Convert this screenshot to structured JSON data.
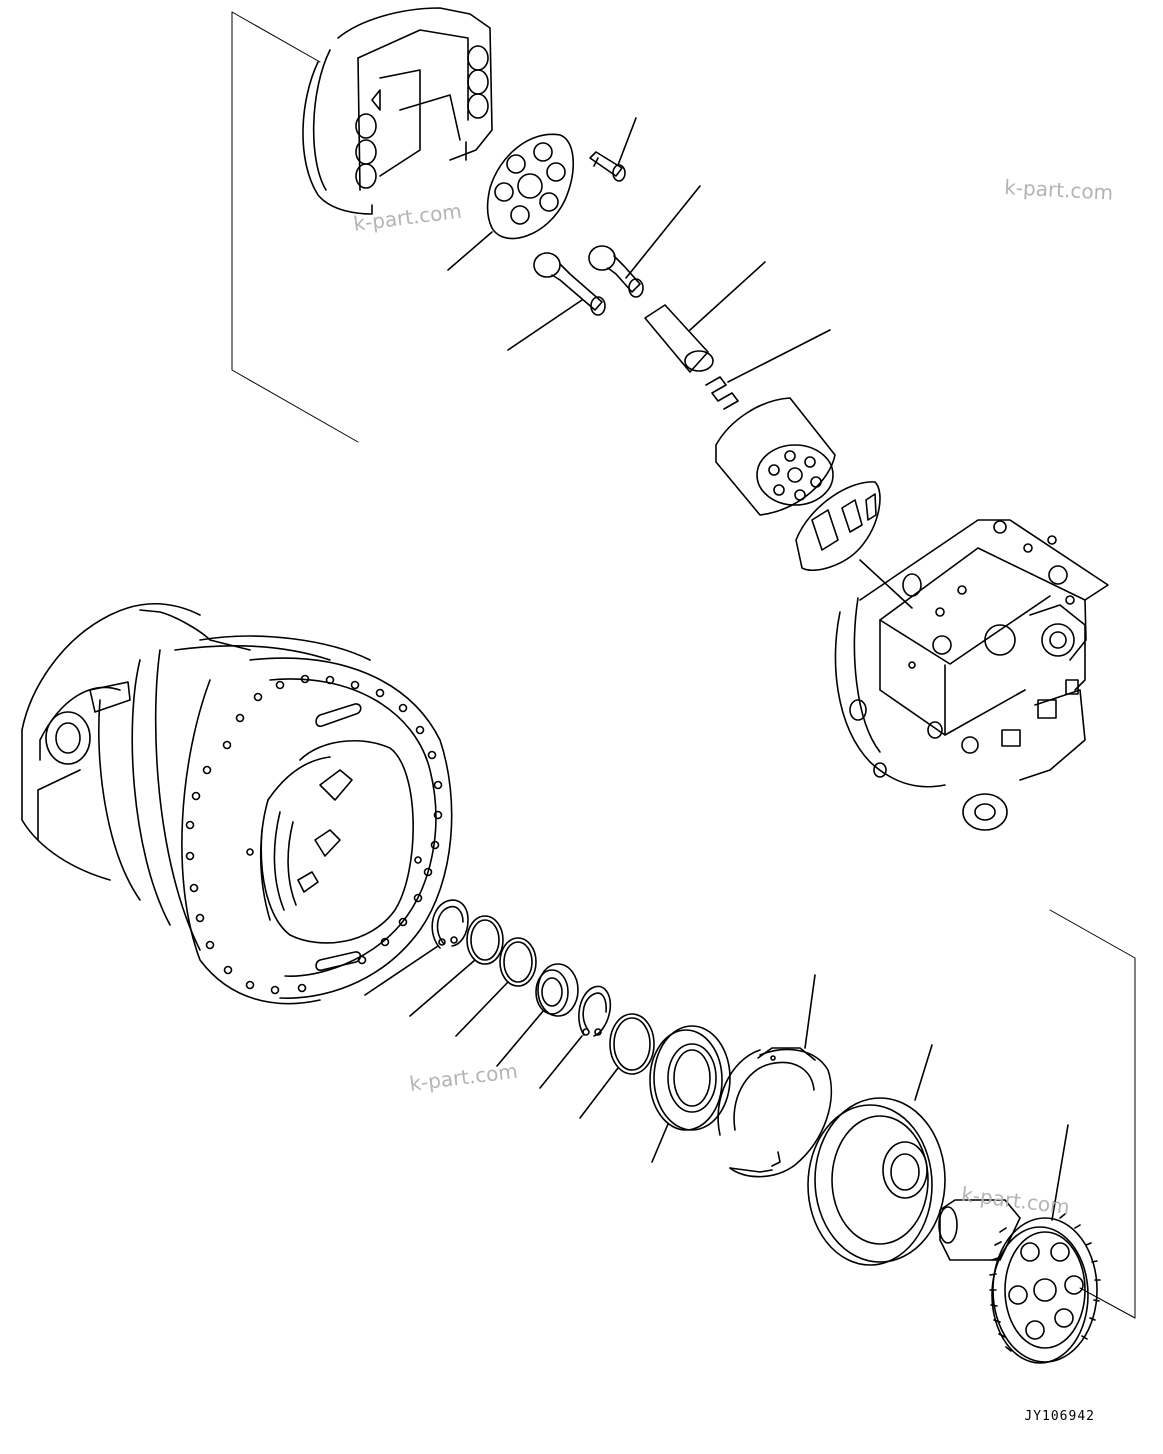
{
  "watermarks": [
    "k-part.com",
    "k-part.com",
    "k-part.com",
    "k-part.com"
  ],
  "drawing_code": "JY106942"
}
